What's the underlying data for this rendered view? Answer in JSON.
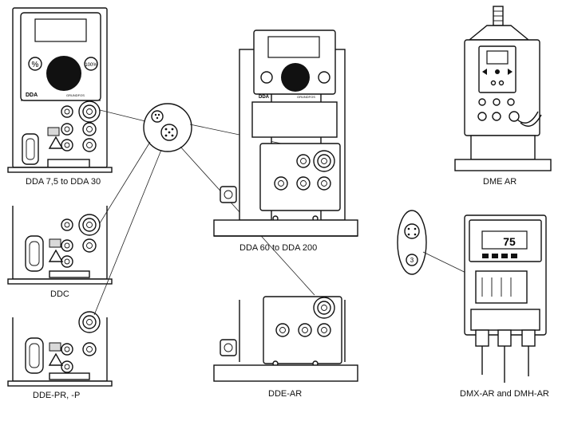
{
  "labels": {
    "dda_small": "DDA 7,5 to DDA 30",
    "dda_large": "DDA 60 to DDA 200",
    "dme": "DME AR",
    "ddc": "DDC",
    "dde_pr": "DDE-PR, -P",
    "dde_ar": "DDE-AR",
    "dmx": "DMX-AR and DMH-AR"
  },
  "device_text": {
    "dda_brand": "DDA",
    "percent_key": "%",
    "percent_100_key": "100%",
    "grundfos_mark": "GRUNDFOS",
    "dmx_display": "75",
    "connector_number": "3"
  }
}
